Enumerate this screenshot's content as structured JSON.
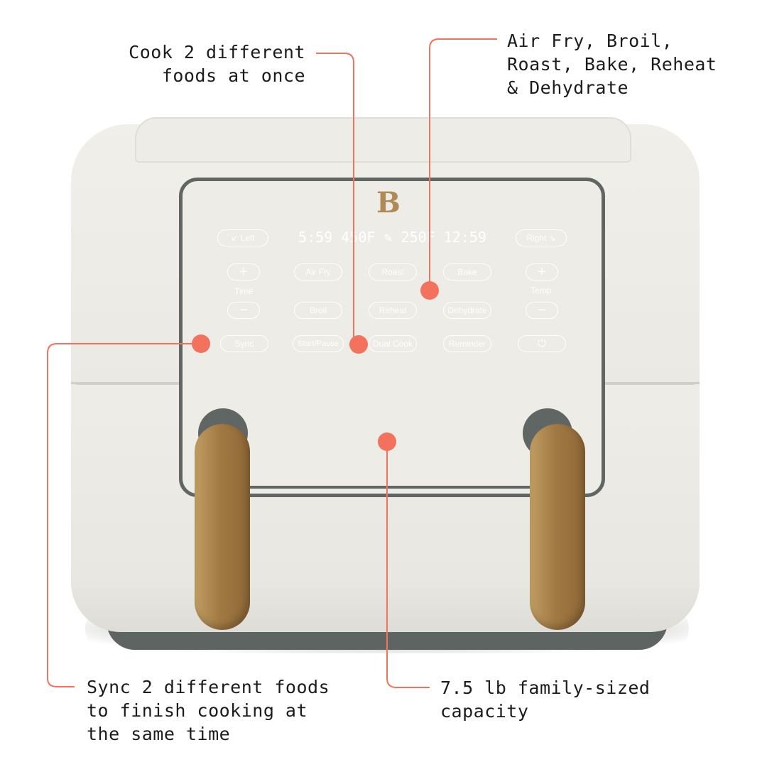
{
  "callouts": {
    "dual_cook": "Cook 2 different\nfoods at once",
    "functions": "Air Fry, Broil,\nRoast, Bake, Reheat\n& Dehydrate",
    "sync": "Sync 2 different foods\nto finish cooking at\nthe same time",
    "capacity": "7.5 lb family-sized\ncapacity"
  },
  "panel": {
    "logo": "B",
    "display": "5:59 450F ✎ 250F 12:59",
    "buttons": {
      "left": "↙ Left",
      "right": "Right ↘",
      "time_plus": "+",
      "time_label": "Time",
      "time_minus": "−",
      "air_fry": "Air Fry",
      "roast": "Roast",
      "bake": "Bake",
      "temp_plus": "+",
      "temp_label": "Temp",
      "temp_minus": "−",
      "broil": "Broil",
      "reheat": "Reheat",
      "dehydrate": "Dehydrate",
      "sync": "Sync",
      "start_pause": "Start/Pause",
      "dual_cook": "Dual Cook",
      "reminder": "Reminder",
      "power": "⏻"
    }
  },
  "colors": {
    "accent": "#f2725e",
    "handle": "#b08a55",
    "trim": "#5f6664",
    "body": "#eeece6"
  }
}
